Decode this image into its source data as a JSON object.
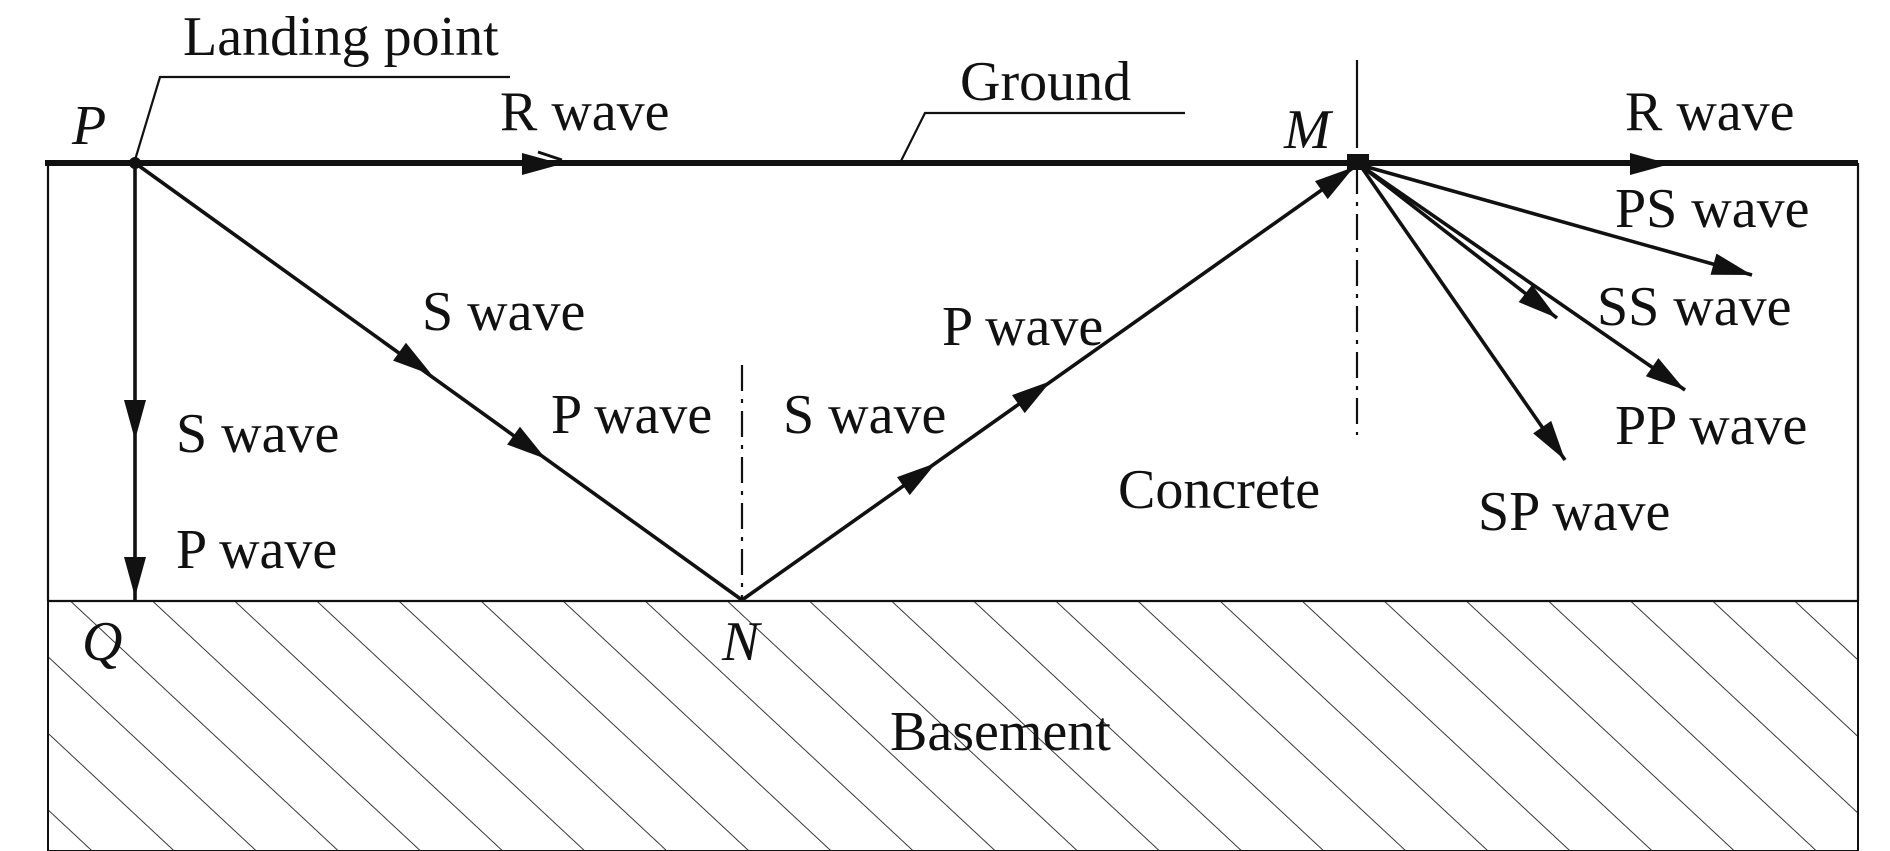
{
  "points": {
    "P": "P",
    "M": "M",
    "N": "N",
    "Q": "Q"
  },
  "labels": {
    "landing_point": "Landing point",
    "ground": "Ground",
    "r_wave_left": "R wave",
    "r_wave_right": "R wave",
    "s_wave_diag": "S wave",
    "p_wave_diag": "P wave",
    "s_wave_vertical": "S wave",
    "p_wave_vertical": "P wave",
    "s_wave_up": "S wave",
    "p_wave_up": "P wave",
    "concrete": "Concrete",
    "basement": "Basement",
    "ps_wave": "PS wave",
    "ss_wave": "SS wave",
    "pp_wave": "PP wave",
    "sp_wave": "SP wave"
  }
}
